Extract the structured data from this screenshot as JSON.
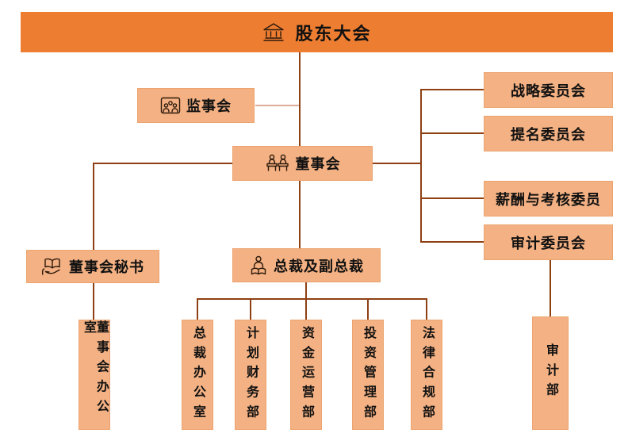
{
  "colors": {
    "banner_bg": "#ED7D31",
    "node_fill": "#F4B183",
    "node_border": "#ECA470",
    "connector_dark": "#8E4013",
    "connector_light": "#DCAB99",
    "text": "#111111"
  },
  "org_chart": {
    "type": "organization-chart",
    "root": {
      "label": "股东大会",
      "icon": "bank-icon"
    },
    "supervisory_board": {
      "label": "监事会",
      "icon": "group-frame-icon"
    },
    "board_of_directors": {
      "label": "董事会",
      "icon": "meeting-icon"
    },
    "committees": [
      {
        "label": "战略委员会"
      },
      {
        "label": "提名委员会"
      },
      {
        "label": "薪酬与考核委员"
      },
      {
        "label": "审计委员会"
      }
    ],
    "board_secretary": {
      "label": "董事会秘书",
      "icon": "book-hand-icon"
    },
    "president": {
      "label": "总裁及副总裁",
      "icon": "person-icon"
    },
    "departments": [
      {
        "label": "董事会办公室"
      },
      {
        "label": "总裁办公室"
      },
      {
        "label": "计划财务部"
      },
      {
        "label": "资金运营部"
      },
      {
        "label": "投资管理部"
      },
      {
        "label": "法律合规部"
      },
      {
        "label": "审计部"
      }
    ]
  }
}
